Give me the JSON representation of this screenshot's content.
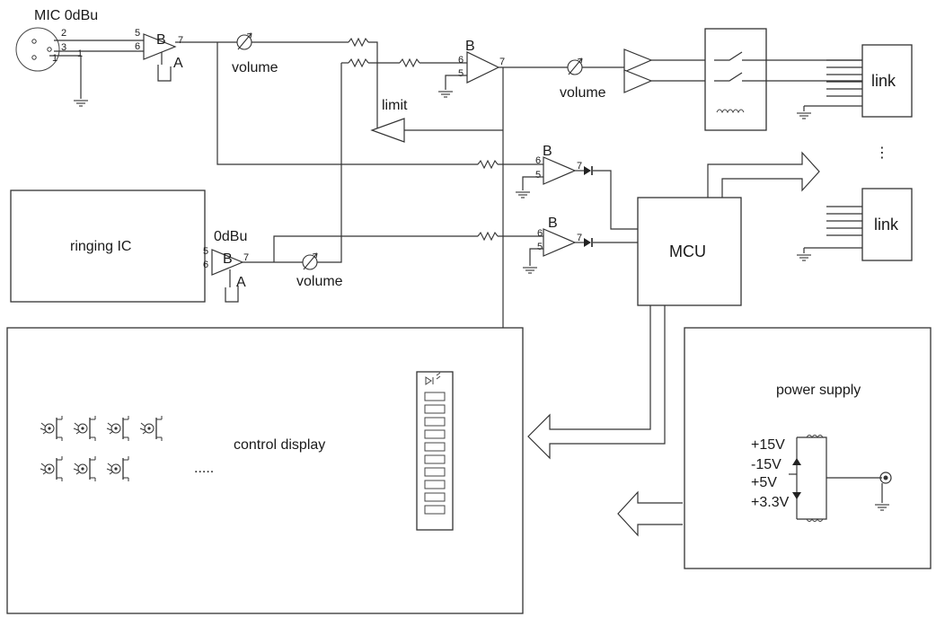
{
  "labels": {
    "mic": "MIC 0dBu",
    "volume": "volume",
    "limit": "limit",
    "link": "link",
    "ringing_ic": "ringing IC",
    "zero_dbu": "0dBu",
    "mcu": "MCU",
    "power_supply": "power supply",
    "control_display": "control display",
    "dots": ".....",
    "vdots": "⋮"
  },
  "amp": {
    "b": "B",
    "a": "A"
  },
  "pins": {
    "p1": "1",
    "p2": "2",
    "p3": "3",
    "p5": "5",
    "p6": "6",
    "p7": "7"
  },
  "rails": {
    "p15": "+15V",
    "m15": "-15V",
    "p5": "+5V",
    "p33": "+3.3V"
  }
}
